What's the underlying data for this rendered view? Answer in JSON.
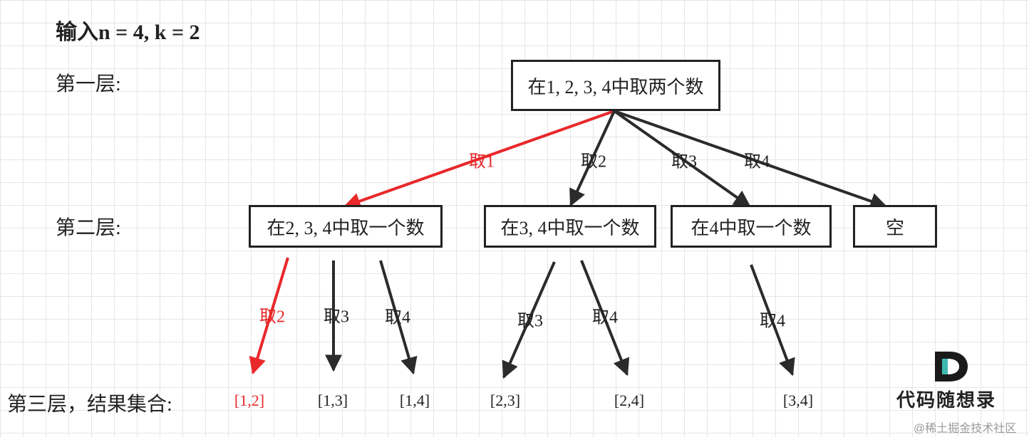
{
  "title": "输入n = 4, k = 2",
  "layers": {
    "first": "第一层:",
    "second": "第二层:",
    "third": "第三层，结果集合:"
  },
  "nodes": {
    "root": "在1, 2, 3, 4中取两个数",
    "n2": "在2, 3, 4中取一个数",
    "n3": "在3, 4中取一个数",
    "n4": "在4中取一个数",
    "empty": "空"
  },
  "edges": {
    "root_to_n2": "取1",
    "root_to_n3": "取2",
    "root_to_n4": "取3",
    "root_to_empty": "取4",
    "n2_take2": "取2",
    "n2_take3": "取3",
    "n2_take4": "取4",
    "n3_take3": "取3",
    "n3_take4": "取4",
    "n4_take4": "取4"
  },
  "results": [
    "[1,2]",
    "[1,3]",
    "[1,4]",
    "[2,3]",
    "[2,4]",
    "[3,4]"
  ],
  "highlight_color": "#e8282a",
  "line_color": "#2b2b2b",
  "logo": {
    "text": "代码随想录",
    "letter": "D",
    "accent": "#3fb8b0"
  },
  "watermark": "@稀土掘金技术社区"
}
